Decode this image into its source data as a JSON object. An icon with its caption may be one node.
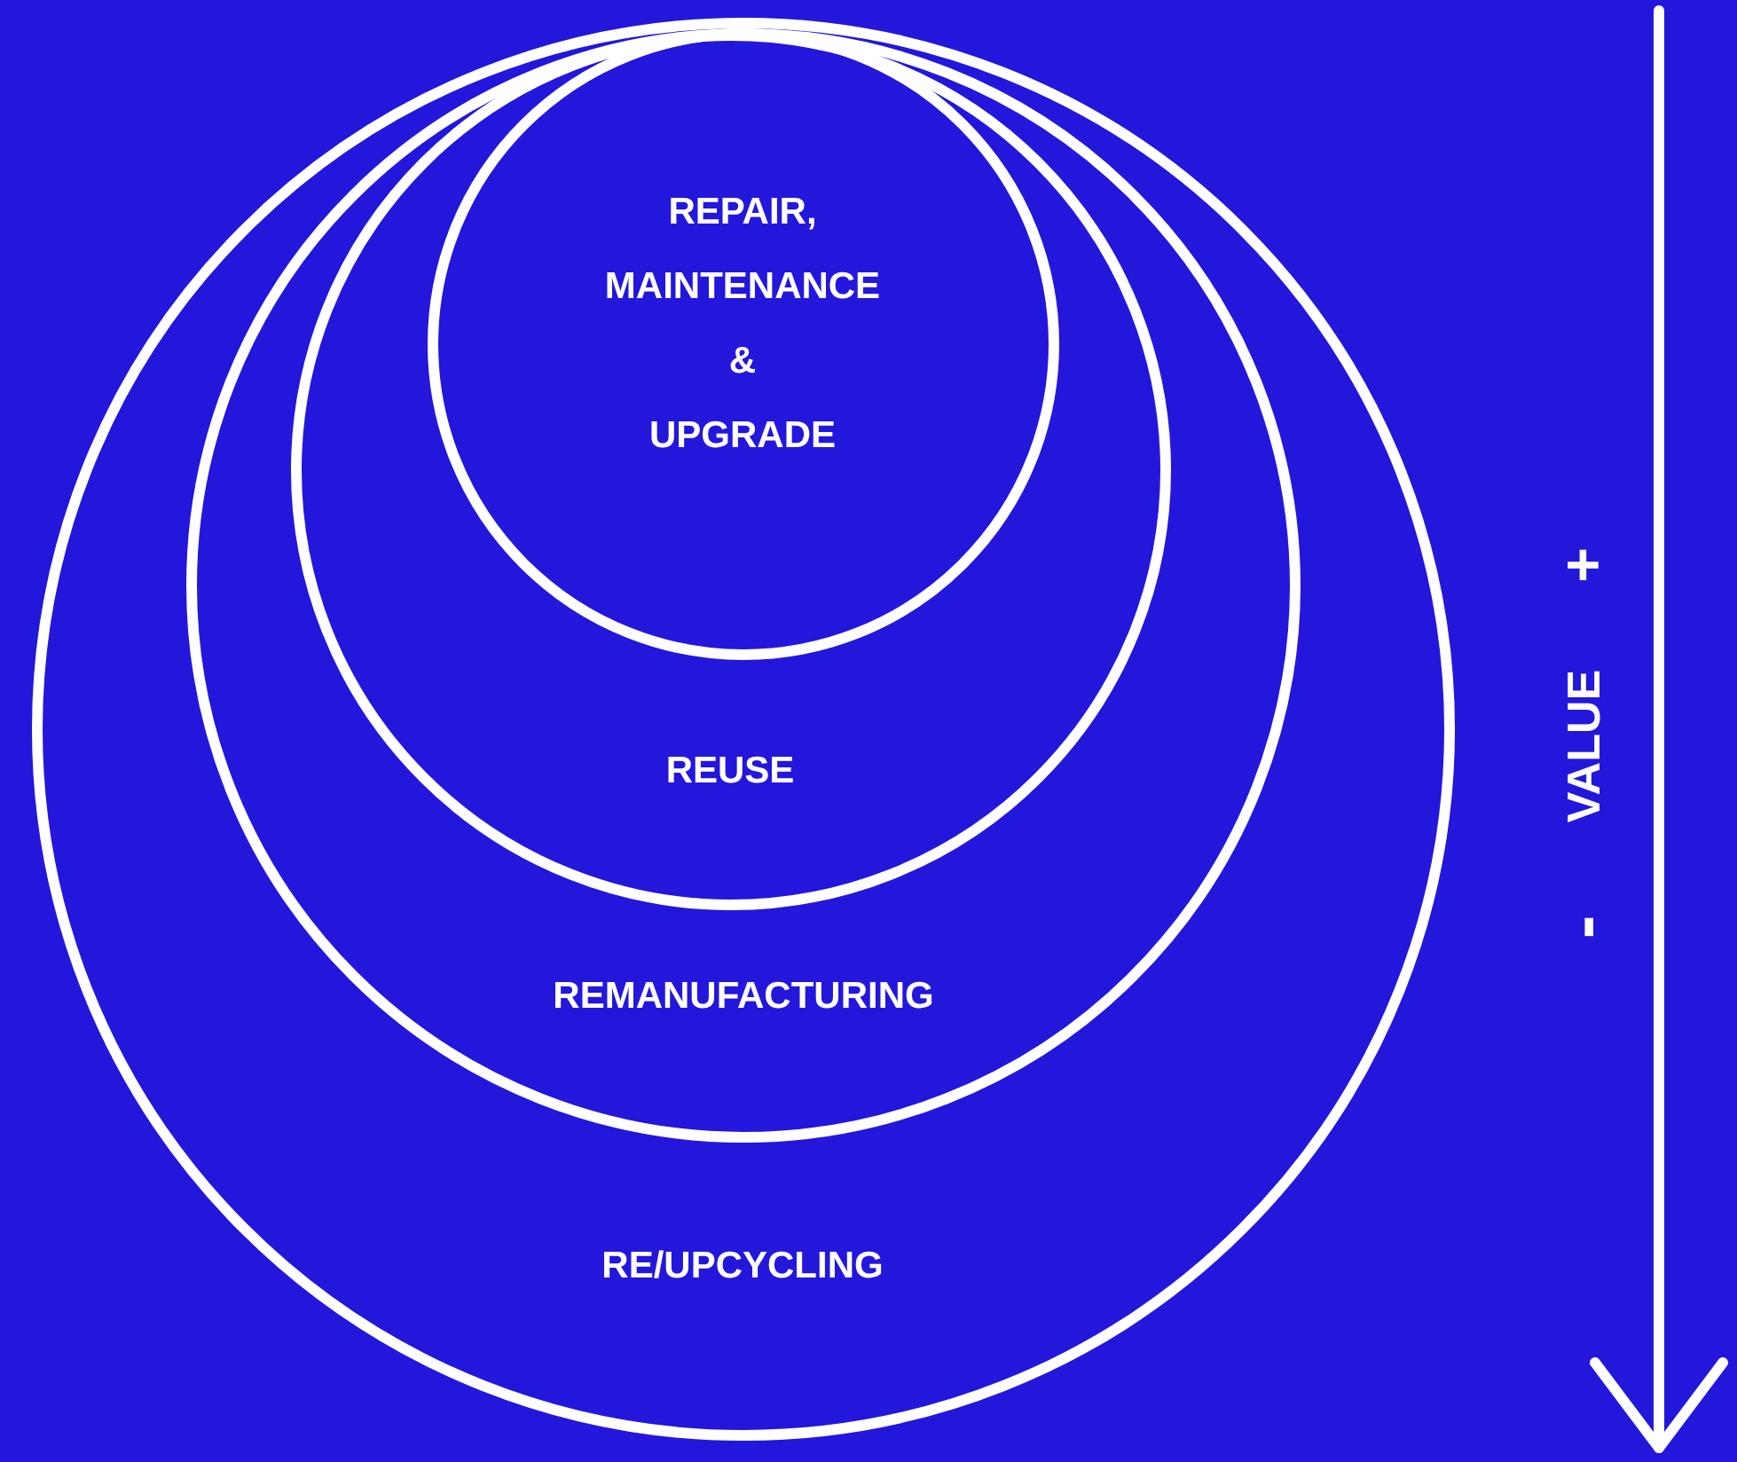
{
  "diagram": {
    "nodes": [
      {
        "text": [
          "RE/UPCYCLING"
        ]
      },
      {
        "text": [
          "REMANUFACTURING"
        ],
        "in": 0
      },
      {
        "text": [
          "REUSE"
        ],
        "in": 1
      },
      {
        "text": [
          "REPAIR, MAINTENANCE & UPGRADE"
        ],
        "in": 2
      }
    ],
    "labels": [
      "+",
      "VALUE",
      "-"
    ]
  }
}
